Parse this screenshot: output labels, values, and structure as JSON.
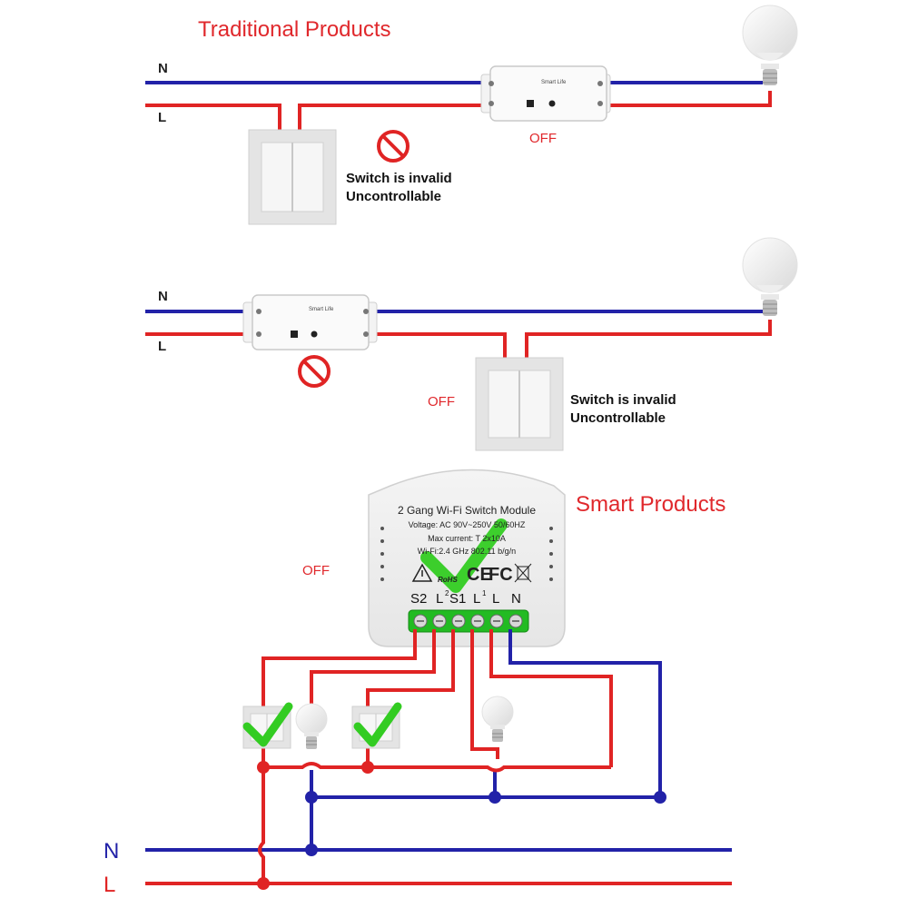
{
  "colors": {
    "neutral": "#2222a8",
    "live": "#e02424",
    "check": "#33cc22",
    "forbid": "#e02424"
  },
  "section1": {
    "heading": "Traditional Products",
    "n_label": "N",
    "l_label": "L",
    "off_label": "OFF",
    "note_line1": "Switch is invalid",
    "note_line2": "Uncontrollable",
    "relay_brand": "Smart Life"
  },
  "section2": {
    "n_label": "N",
    "l_label": "L",
    "off_label": "OFF",
    "note_line1": "Switch is invalid",
    "note_line2": "Uncontrollable",
    "relay_brand": "Smart Life"
  },
  "section3": {
    "heading": "Smart Products",
    "off_label": "OFF",
    "module": {
      "title": "2 Gang Wi-Fi Switch Module",
      "voltage": "Voltage: AC 90V~250V 50/60HZ",
      "current": "Max current: T 2x10A",
      "wifi": "Wi-Fi:2.4 GHz 802.11 b/g/n",
      "cert_fc": "FC",
      "cert_ce": "CE",
      "rohs": "RoHS",
      "terminals": [
        "S2",
        "L",
        "S1",
        "L",
        "L",
        "N"
      ],
      "terminal_sup": [
        "",
        "2",
        "",
        "1",
        "",
        ""
      ]
    },
    "bus_n_label": "N",
    "bus_l_label": "L"
  },
  "icons": [
    "light-bulb-icon",
    "wall-switch-icon",
    "prohibited-icon",
    "check-mark-icon",
    "relay-module-icon"
  ]
}
